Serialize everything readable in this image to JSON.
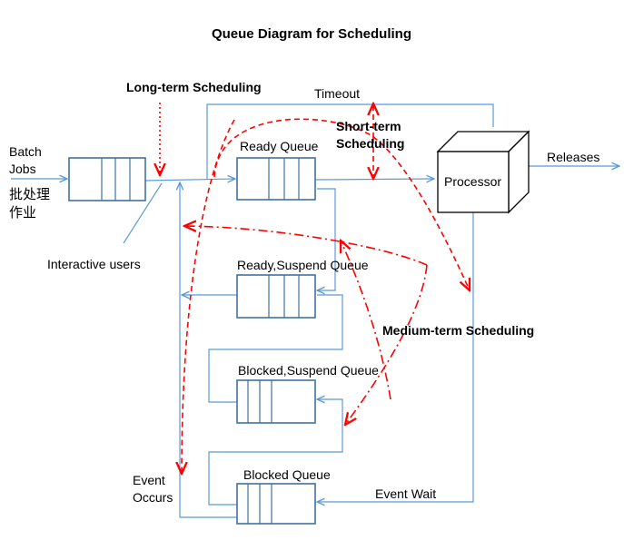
{
  "title": "Queue Diagram for Scheduling",
  "labels": {
    "batch_jobs_line1": "Batch",
    "batch_jobs_line2": "Jobs",
    "batch_cjk_line1": "批处理",
    "batch_cjk_line2": "作业",
    "interactive_users": "Interactive users",
    "long_term": "Long-term Scheduling",
    "timeout": "Timeout",
    "short_term_line1": "Short-term",
    "short_term_line2": "Scheduling",
    "ready_queue": "Ready Queue",
    "processor": "Processor",
    "releases": "Releases",
    "ready_suspend_queue": "Ready,Suspend Queue",
    "medium_term": "Medium-term Scheduling",
    "blocked_suspend_queue": "Blocked,Suspend Queue",
    "event_occurs_line1": "Event",
    "event_occurs_line2": "Occurs",
    "blocked_queue": "Blocked Queue",
    "event_wait": "Event Wait"
  },
  "colors": {
    "flow_line": "#5b9bd5",
    "queue_border": "#41719c",
    "scheduling_arrows": "#ff0000"
  }
}
